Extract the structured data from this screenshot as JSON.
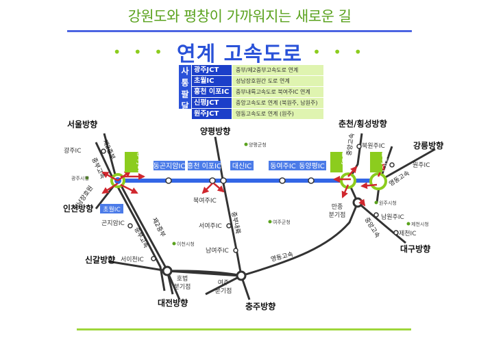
{
  "headline": "강원도와 평창이 가까워지는 새로운 길",
  "map_title": "연계 고속도로",
  "title_dots": "• • •",
  "legend": {
    "side_chars": [
      "사",
      "통",
      "팔",
      "달"
    ],
    "items": [
      {
        "name": "광주JCT",
        "desc": "중부/제2중부고속도로 연계"
      },
      {
        "name": "초월IC",
        "desc": "성남장호원간 도로 연계"
      },
      {
        "name": "흥천 이포IC",
        "desc": "중부내륙고속도로 북여주IC 연계"
      },
      {
        "name": "신평JCT",
        "desc": "중앙고속도로 연계 (북원주, 남원주)"
      },
      {
        "name": "원주JCT",
        "desc": "영동고속도로 연계 (원주)"
      }
    ]
  },
  "directions": {
    "seoul": "서울방향",
    "incheon": "인천방향",
    "yangpyeong": "양평방향",
    "chuncheon": "춘천/횡성방향",
    "gangneung": "강릉방향",
    "daegu": "대구방향",
    "singal": "신갈방향",
    "daejeon": "대전방향",
    "chungju": "충주방향"
  },
  "highway_labels": {
    "jungbu2_top": "제2중부",
    "jungbu_top": "중부고속",
    "seongnam": "성남장호원",
    "jungbu2_bottom": "제2중부",
    "jungbu_bottom": "중부고속",
    "jungbu_naeryuk": "중부내륙",
    "yeongdong_bottom": "영동고속",
    "jungang_top": "중앙고속",
    "jungang_bottom": "중앙고속",
    "yeongdong_right": "영동고속"
  },
  "route_stations": [
    {
      "label": "동곤지암IC",
      "fill": "#4b7be8"
    },
    {
      "label": "흥천 이포IC",
      "fill": "#4b7be8"
    },
    {
      "label": "대신IC",
      "fill": "#4b7be8"
    },
    {
      "label": "동여주IC",
      "fill": "#4b7be8"
    },
    {
      "label": "동양평IC",
      "fill": "#4b7be8"
    }
  ],
  "junction_tags": {
    "gwangju_jct": "광주JCT",
    "chowol_ic": "초월IC",
    "sinpyeong_jct": "신평JCT",
    "wonju_jct": "원주JCT"
  },
  "ic_labels": {
    "gwangju_ic": "광주IC",
    "gonjiam_ic": "곤지암IC",
    "seoicheon_ic": "서이천IC",
    "bukyeoju_ic": "북여주IC",
    "seoyeoju_ic": "서여주IC",
    "namyeoju_ic": "남여주IC",
    "bukwonju_ic": "북원주IC",
    "wonju_ic": "원주IC",
    "namwonju_ic": "남원주IC",
    "jecheon_ic": "제천IC"
  },
  "towns": {
    "gwangju_si": "광주시청",
    "icheon_si": "이천시청",
    "yangpyeong_gun": "양평군청",
    "yeoju_gun": "여주군청",
    "wonju_si": "원주시청",
    "jecheon_si": "제천시청"
  },
  "junctions": {
    "hobeop_1": "호법",
    "hobeop_2": "분기점",
    "yeoju_1": "여주",
    "yeoju_2": "분기점",
    "manjong_1": "만종",
    "manjong_2": "분기점"
  },
  "colors": {
    "route_blue": "#3366e6",
    "label_box_blue": "#4b7be8",
    "junction_green": "#8ccc1e",
    "arrow_red": "#d0272e",
    "road_dark": "#333333",
    "town_green": "#5aa21e"
  }
}
